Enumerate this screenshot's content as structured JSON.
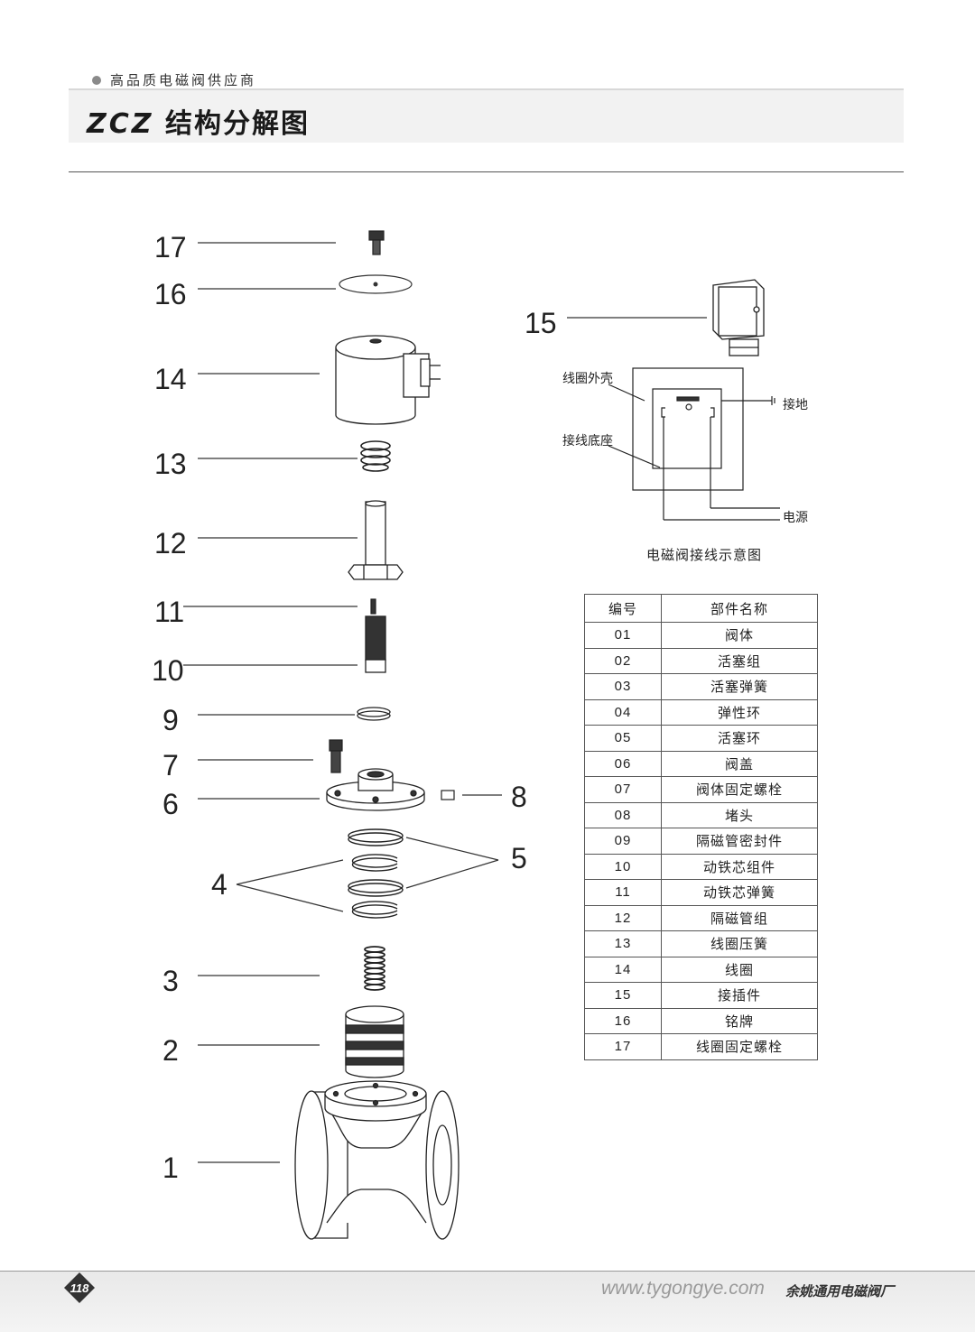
{
  "header": {
    "supplier": "高品质电磁阀供应商",
    "title_model": "ZCZ",
    "title_text": "结构分解图"
  },
  "diagram": {
    "callouts": [
      "17",
      "16",
      "14",
      "13",
      "12",
      "11",
      "10",
      "9",
      "7",
      "6",
      "8",
      "5",
      "4",
      "3",
      "2",
      "1",
      "15"
    ]
  },
  "wiring": {
    "coil_shell": "线圈外壳",
    "terminal_base": "接线底座",
    "ground": "接地",
    "power": "电源",
    "caption": "电磁阀接线示意图"
  },
  "parts_table": {
    "headers": [
      "编号",
      "部件名称"
    ],
    "rows": [
      [
        "01",
        "阀体"
      ],
      [
        "02",
        "活塞组"
      ],
      [
        "03",
        "活塞弹簧"
      ],
      [
        "04",
        "弹性环"
      ],
      [
        "05",
        "活塞环"
      ],
      [
        "06",
        "阀盖"
      ],
      [
        "07",
        "阀体固定螺栓"
      ],
      [
        "08",
        "堵头"
      ],
      [
        "09",
        "隔磁管密封件"
      ],
      [
        "10",
        "动铁芯组件"
      ],
      [
        "11",
        "动铁芯弹簧"
      ],
      [
        "12",
        "隔磁管组"
      ],
      [
        "13",
        "线圈压簧"
      ],
      [
        "14",
        "线圈"
      ],
      [
        "15",
        "接插件"
      ],
      [
        "16",
        "铭牌"
      ],
      [
        "17",
        "线圈固定螺栓"
      ]
    ]
  },
  "footer": {
    "page_number": "118",
    "url": "www.tygongye.com",
    "company": "余姚通用电磁阀厂"
  }
}
